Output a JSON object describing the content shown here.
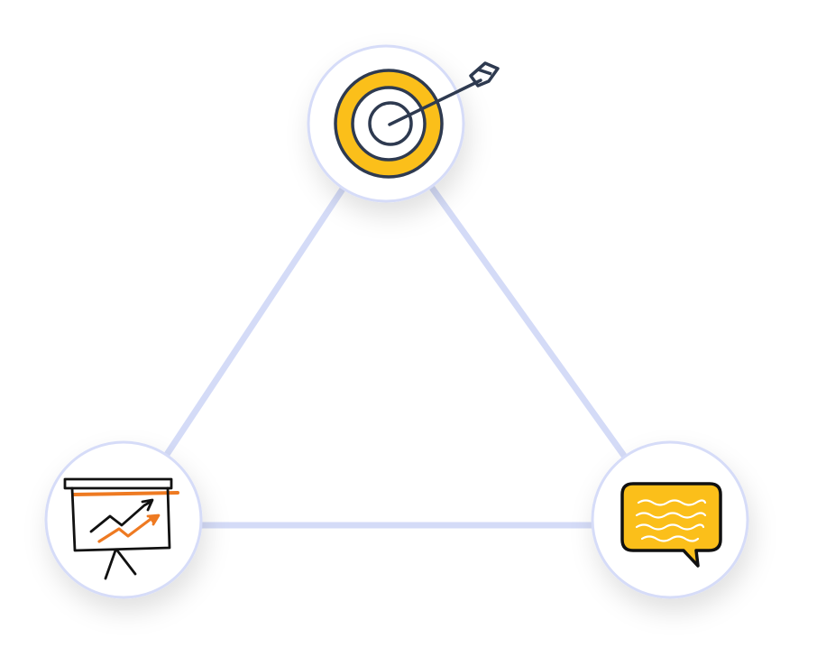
{
  "diagram": {
    "type": "triangle-cycle",
    "nodes": [
      {
        "id": "goal",
        "icon": "target-with-arrow-icon"
      },
      {
        "id": "presentation",
        "icon": "presentation-board-growth-chart-icon"
      },
      {
        "id": "feedback",
        "icon": "speech-bubble-icon"
      }
    ],
    "colors": {
      "edge": "#d4dbf7",
      "node_border": "#d6dcf8",
      "accent_yellow": "#fbbf1a",
      "accent_orange": "#ee7a22",
      "ink_dark": "#2e3a50"
    }
  }
}
